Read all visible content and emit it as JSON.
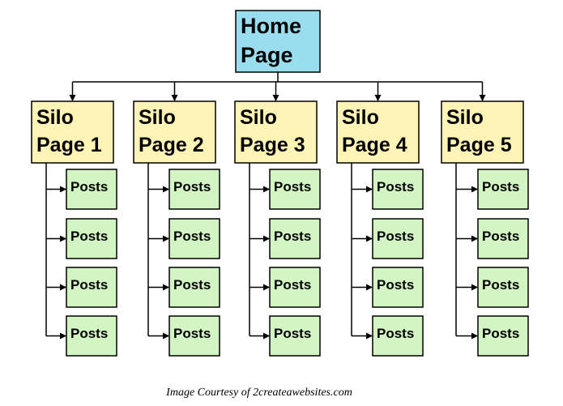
{
  "diagram": {
    "root": {
      "lines": [
        "Home",
        "Page"
      ]
    },
    "silos": [
      {
        "lines": [
          "Silo",
          "Page 1"
        ],
        "posts": [
          "Posts",
          "Posts",
          "Posts",
          "Posts"
        ]
      },
      {
        "lines": [
          "Silo",
          "Page 2"
        ],
        "posts": [
          "Posts",
          "Posts",
          "Posts",
          "Posts"
        ]
      },
      {
        "lines": [
          "Silo",
          "Page 3"
        ],
        "posts": [
          "Posts",
          "Posts",
          "Posts",
          "Posts"
        ]
      },
      {
        "lines": [
          "Silo",
          "Page 4"
        ],
        "posts": [
          "Posts",
          "Posts",
          "Posts",
          "Posts"
        ]
      },
      {
        "lines": [
          "Silo",
          "Page 5"
        ],
        "posts": [
          "Posts",
          "Posts",
          "Posts",
          "Posts"
        ]
      }
    ],
    "colors": {
      "root_fill": "#99DDEE",
      "silo_fill": "#FFF3B5",
      "post_fill": "#D3F5C3",
      "stroke": "#000000"
    }
  },
  "caption": "Image Courtesy of 2createawebsites.com"
}
